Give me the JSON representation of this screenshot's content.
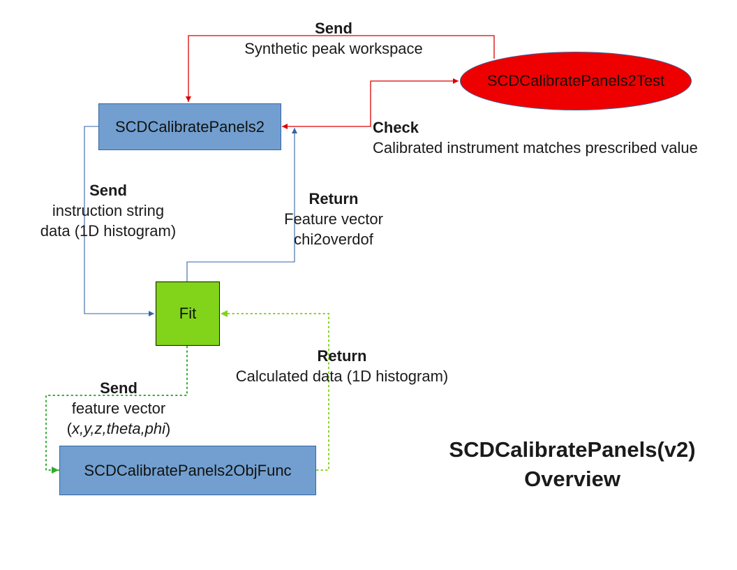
{
  "nodes": {
    "calibrate": "SCDCalibratePanels2",
    "test": "SCDCalibratePanels2Test",
    "fit": "Fit",
    "objfunc": "SCDCalibratePanels2ObjFunc"
  },
  "edges": {
    "test_to_calibrate": {
      "head": "Send",
      "body": "Synthetic peak workspace"
    },
    "calibrate_to_test": {
      "head": "Check",
      "body": "Calibrated instrument matches prescribed value"
    },
    "calibrate_to_fit": {
      "head": "Send",
      "body_1": "instruction string",
      "body_2": "data (1D histogram)"
    },
    "fit_to_calibrate": {
      "head": "Return",
      "body_1": "Feature vector",
      "body_2": "chi2overdof"
    },
    "fit_to_objfunc": {
      "head": "Send",
      "body_1": "feature vector",
      "body_2_open": "(",
      "body_2_vars": "x,y,z,theta,phi",
      "body_2_close": ")"
    },
    "objfunc_to_fit": {
      "head": "Return",
      "body": "Calculated data (1D histogram)"
    }
  },
  "title": {
    "line_1": "SCDCalibratePanels(v2)",
    "line_2": "Overview"
  },
  "colors": {
    "box_blue": "#729fcf",
    "box_blue_border": "#3465a4",
    "box_green": "#81d41a",
    "ellipse_red": "#ee0000",
    "wire_red": "#dd0000",
    "wire_blue": "#3465a4",
    "wire_green_dark": "#2eaa2e",
    "wire_green_light": "#81d41a"
  }
}
